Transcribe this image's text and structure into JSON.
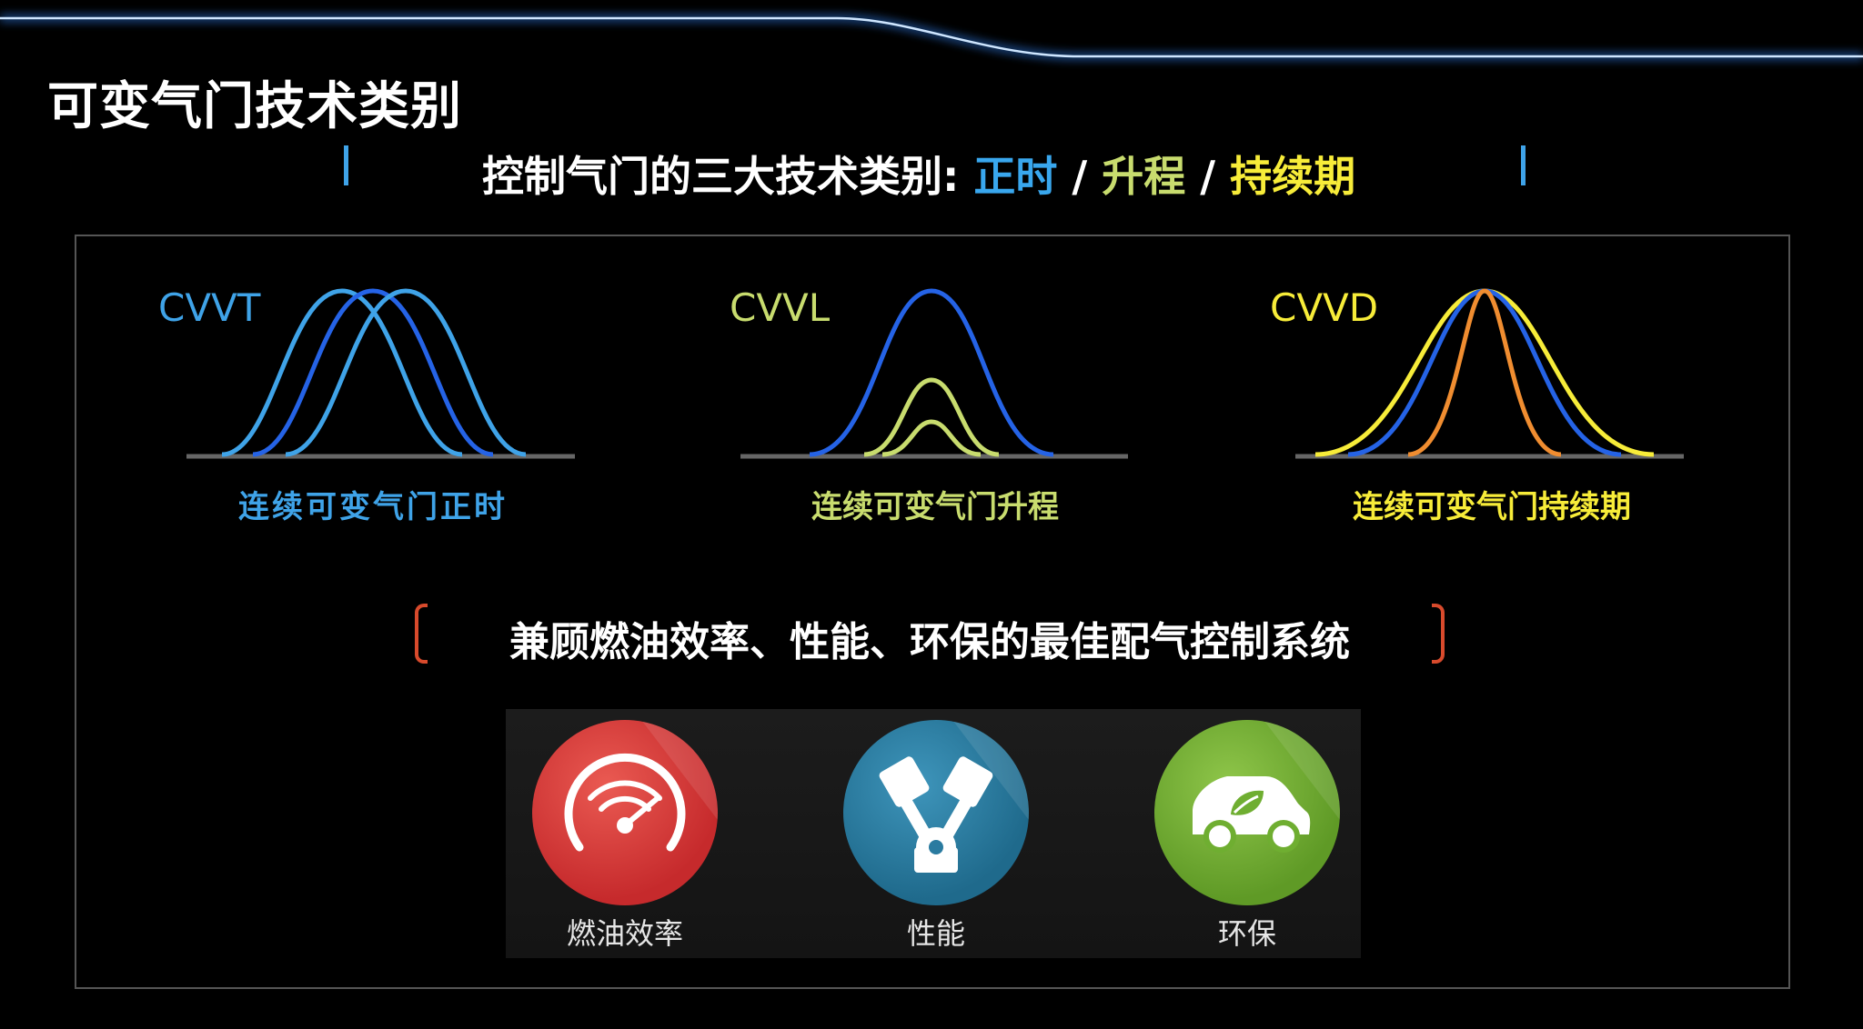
{
  "title": "可变气门技术类别",
  "subtitle": {
    "prefix": "控制气门的三大技术类别: ",
    "item1": "正时",
    "sep1": " / ",
    "item2": "升程",
    "sep2": " / ",
    "item3": "持续期"
  },
  "panels": [
    {
      "label": "CVVT",
      "caption": "连续可变气门正时",
      "color": "#3fa3e8"
    },
    {
      "label": "CVVL",
      "caption": "连续可变气门升程",
      "color": "#c8dc6e"
    },
    {
      "label": "CVVD",
      "caption": "连续可变气门持续期",
      "color": "#f7ec39"
    }
  ],
  "tagline": "兼顾燃油效率、性能、环保的最佳配气控制系统",
  "benefits": [
    {
      "label": "燃油效率",
      "icon": "speedometer-icon",
      "color": "#d9383a"
    },
    {
      "label": "性能",
      "icon": "engine-pistons-icon",
      "color": "#2e7fa3"
    },
    {
      "label": "环保",
      "icon": "eco-car-icon",
      "color": "#7cb33a"
    }
  ],
  "colors": {
    "blue": "#3fa3e8",
    "dark_blue": "#2563e6",
    "green": "#c8dc6e",
    "yellow": "#f7ec39",
    "orange": "#f08d30",
    "bracket": "#d84a2c"
  }
}
